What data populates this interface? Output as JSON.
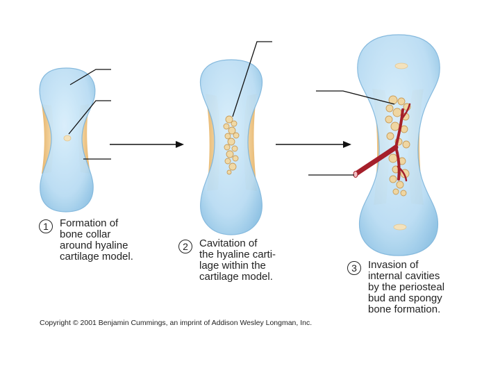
{
  "steps": [
    {
      "number": "1",
      "lines": [
        "Formation of",
        "bone collar",
        "around hyaline",
        "cartilage model."
      ]
    },
    {
      "number": "2",
      "lines": [
        "Cavitation of",
        "the hyaline carti-",
        "lage within the",
        "cartilage model."
      ]
    },
    {
      "number": "3",
      "lines": [
        "Invasion of",
        "internal cavities",
        "by the periosteal",
        "bud and spongy",
        "bone formation."
      ]
    }
  ],
  "copyright": "Copyright © 2001 Benjamin Cummings, an imprint of Addison Wesley Longman, Inc.",
  "colors": {
    "cartilage": "#b9dcf3",
    "cartilage_edge": "#7fb6dc",
    "bone_collar": "#eec98a",
    "spongy_bone": "#e9c48b",
    "blood_vessel": "#a51f2a",
    "leader_line": "#111111"
  }
}
